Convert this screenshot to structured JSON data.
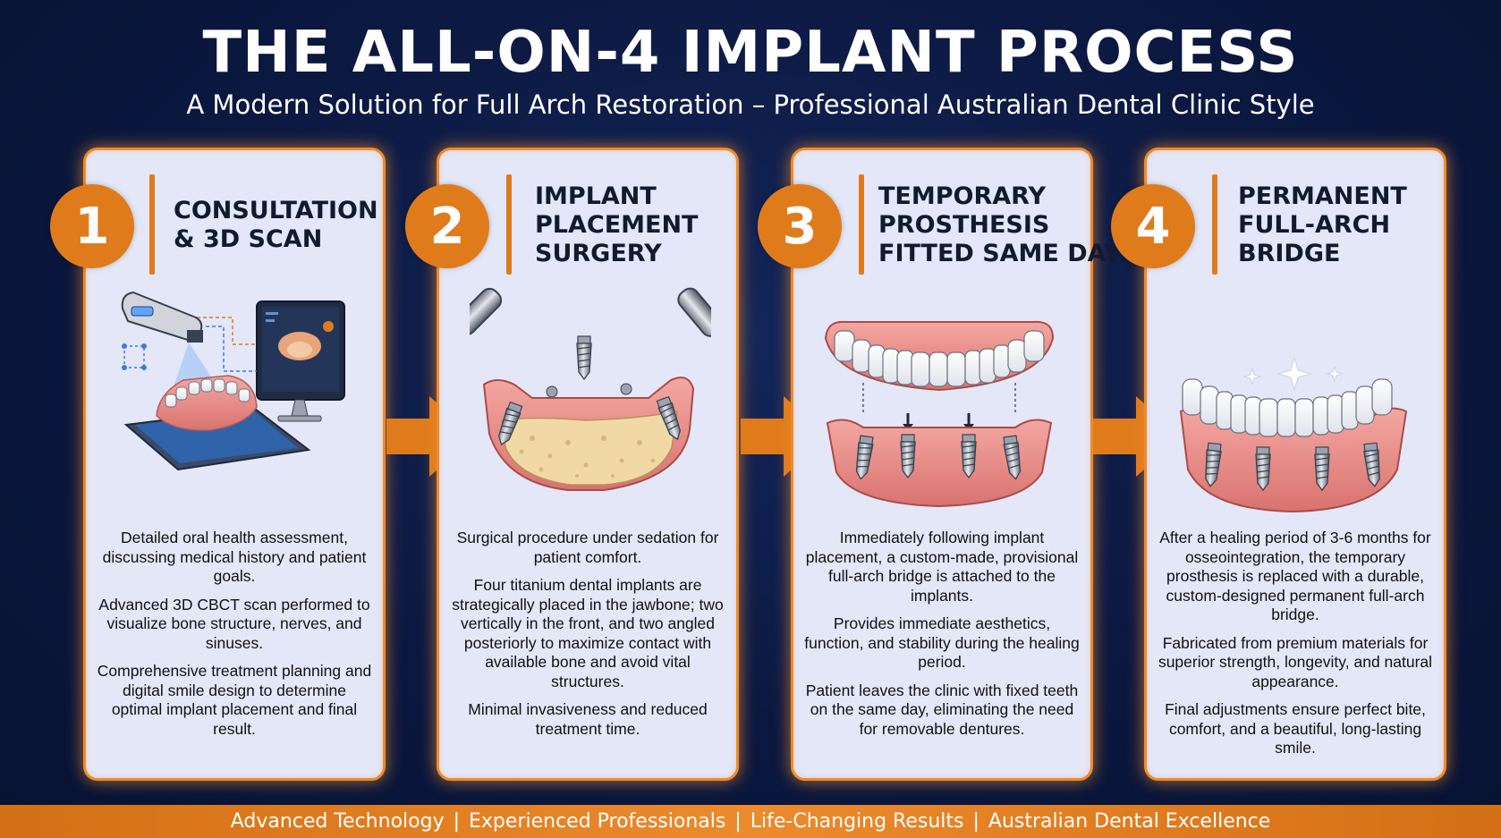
{
  "header": {
    "title": "THE ALL-ON-4 IMPLANT PROCESS",
    "subtitle": "A Modern Solution for Full Arch Restoration – Professional Australian Dental Clinic Style"
  },
  "steps": [
    {
      "number": "1",
      "title": "CONSULTATION\n& 3D SCAN",
      "illustration": "intraoral-scanner-and-monitor-icon",
      "paragraphs": [
        "Detailed oral health assessment, discussing medical history and patient goals.",
        "Advanced 3D CBCT scan performed to visualize bone structure, nerves, and sinuses.",
        "Comprehensive treatment planning and digital smile design to determine optimal implant placement and final result."
      ]
    },
    {
      "number": "2",
      "title": "IMPLANT\nPLACEMENT\nSURGERY",
      "illustration": "implant-surgery-jawbone-icon",
      "paragraphs": [
        "Surgical procedure under sedation for patient comfort.",
        "Four titanium dental implants are strategically placed in the jawbone; two vertically in the front, and two angled posteriorly to maximize contact with available bone and avoid vital structures.",
        "Minimal invasiveness and reduced treatment time."
      ]
    },
    {
      "number": "3",
      "title": "TEMPORARY\nPROSTHESIS\nFITTED SAME DAY",
      "illustration": "temporary-bridge-over-implants-icon",
      "paragraphs": [
        "Immediately following implant placement, a custom-made, provisional full-arch bridge is attached to the implants.",
        "Provides immediate aesthetics, function, and stability during the healing period.",
        "Patient leaves the clinic with fixed teeth on the same day, eliminating the need for removable dentures."
      ]
    },
    {
      "number": "4",
      "title": "PERMANENT\nFULL-ARCH\nBRIDGE",
      "illustration": "permanent-full-arch-bridge-icon",
      "paragraphs": [
        "After a healing period of 3-6 months for osseointegration, the temporary prosthesis is replaced with a durable, custom-designed permanent full-arch bridge.",
        "Fabricated from premium materials for superior strength, longevity, and natural appearance.",
        "Final adjustments ensure perfect bite, comfort, and a beautiful, long-lasting smile."
      ]
    }
  ],
  "footer": {
    "items": [
      "Advanced Technology",
      "Experienced Professionals",
      "Life-Changing Results",
      "Australian Dental Excellence"
    ],
    "separator": "|"
  },
  "colors": {
    "background": "#0b1840",
    "accent": "#e07b1c",
    "card": "#e4e7f7",
    "gum": "#e98a86",
    "bone": "#f1d9a6"
  }
}
